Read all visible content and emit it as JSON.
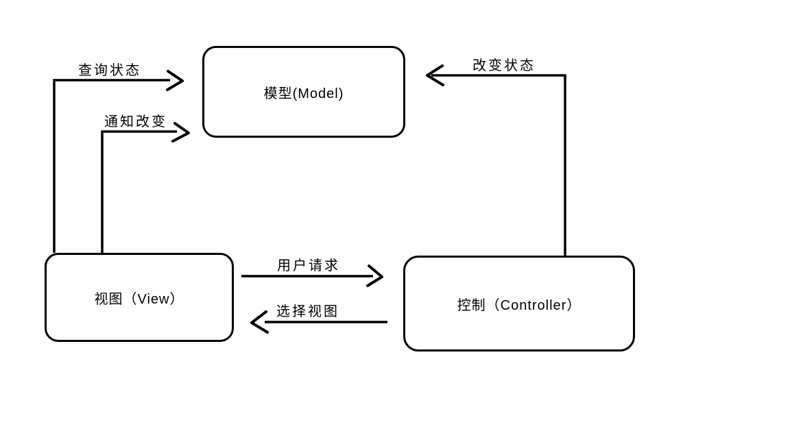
{
  "diagram": {
    "kind": "mvc-pattern-flow",
    "colors": {
      "stroke": "#000000",
      "background": "#ffffff",
      "text": "#000000"
    },
    "nodes": {
      "model": {
        "label": "模型(Model)"
      },
      "view": {
        "label": "视图（View）"
      },
      "controller": {
        "label": "控制（Controller）"
      }
    },
    "edges": {
      "query_state": {
        "label": "查询状态",
        "from": "view",
        "to": "model"
      },
      "notify_change": {
        "label": "通知改变",
        "from": "view",
        "to": "model"
      },
      "change_state": {
        "label": "改变状态",
        "from": "controller",
        "to": "model"
      },
      "user_request": {
        "label": "用户请求",
        "from": "view",
        "to": "controller"
      },
      "select_view": {
        "label": "选择视图",
        "from": "controller",
        "to": "view"
      }
    }
  }
}
